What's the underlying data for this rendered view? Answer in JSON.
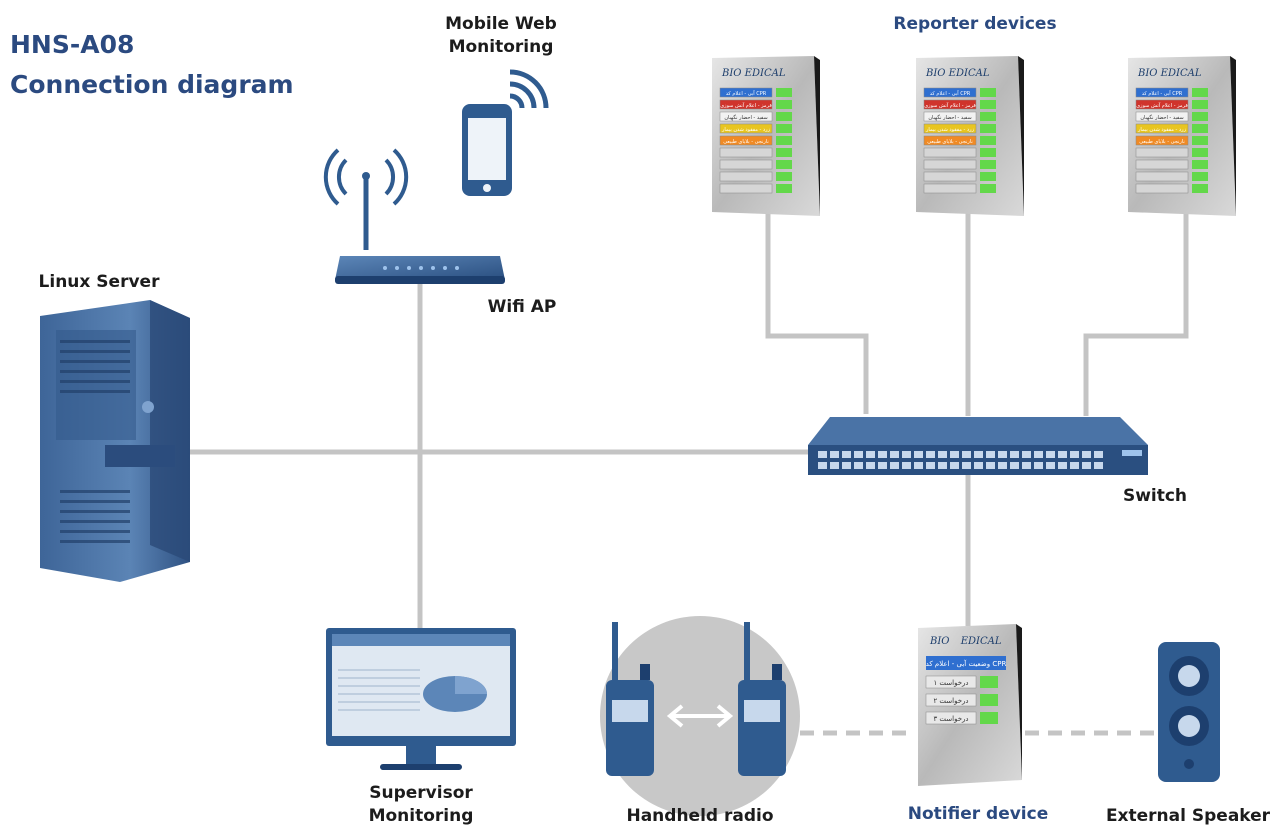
{
  "title": {
    "line1": "HNS-A08",
    "line2": "Connection diagram"
  },
  "labels": {
    "mobile_line1": "Mobile Web",
    "mobile_line2": "Monitoring",
    "reporter": "Reporter devices",
    "server": "Linux Server",
    "wifi": "Wifi AP",
    "switch": "Switch",
    "supervisor_line1": "Supervisor",
    "supervisor_line2": "Monitoring",
    "radio": "Handheld radio",
    "notifier": "Notifier device",
    "speaker": "External Speaker"
  },
  "device_text": {
    "brand_left": "BIO",
    "brand_right": "EDICAL",
    "notifier_header": "وضعیت آبی - اعلام کد CPR",
    "notifier_rows": [
      "درخواست ۱",
      "درخواست ۲",
      "درخواست ۳"
    ],
    "reporter_rows": [
      "آبی - اعلام کد CPR",
      "قرمز - اعلام آتش سوزی",
      "سفید - احضار نگهبان",
      "زرد - مفقود شدن بیمار",
      "نارنجی - بلایای طبیعی"
    ]
  },
  "colors": {
    "title": "#2b4a80",
    "device_blue": "#2f5b8f",
    "device_dark": "#1d3f6e",
    "line": "#c4c4c4",
    "bubble": "#c8c8c8"
  },
  "icons": [
    "server-icon",
    "router-icon",
    "phone-icon",
    "wifi-signal-icon",
    "switch-icon",
    "monitor-icon",
    "radio-icon",
    "speaker-icon",
    "reporter-device-icon",
    "notifier-device-icon",
    "double-arrow-icon"
  ]
}
